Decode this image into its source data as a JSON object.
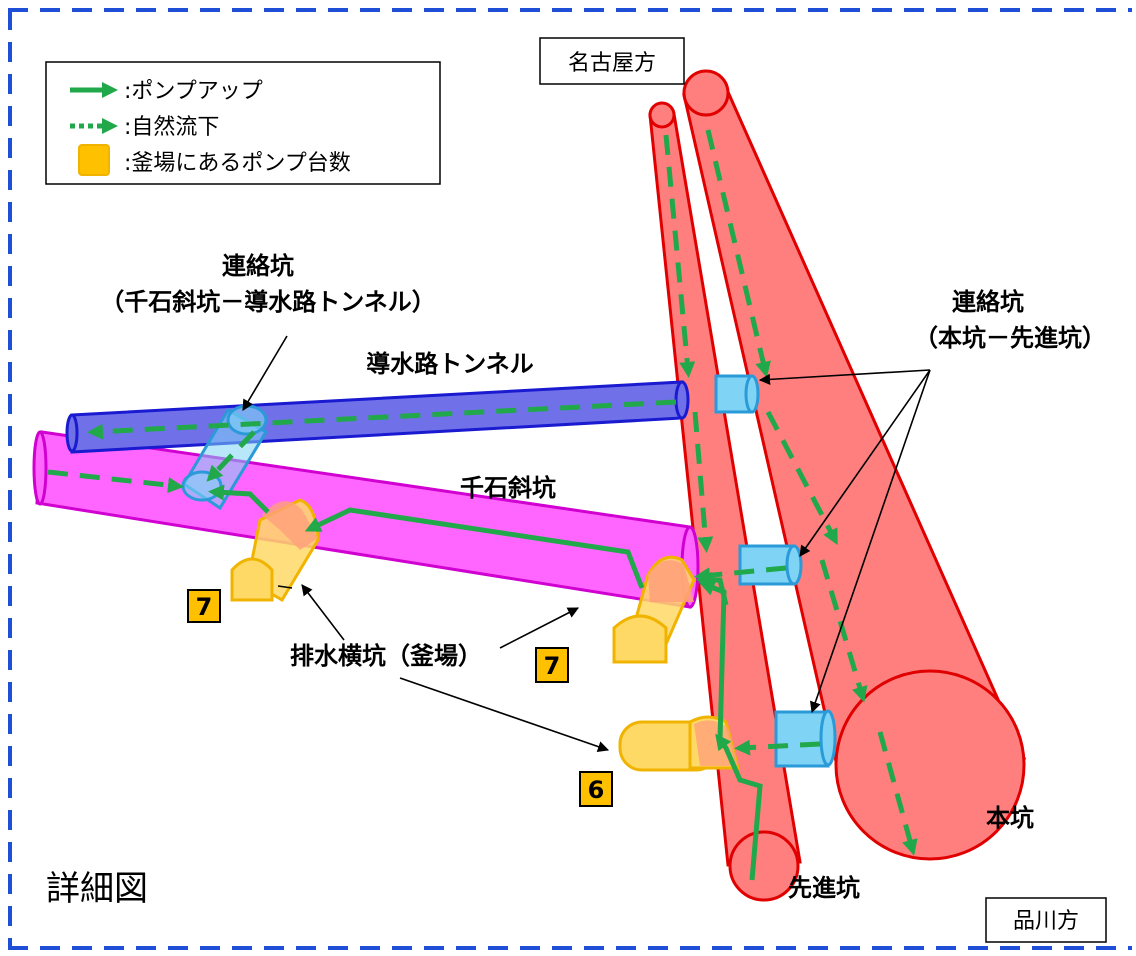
{
  "legend": {
    "pump_up": ":ポンプアップ",
    "natural_flow": ":自然流下",
    "pump_count": ":釜場にあるポンプ台数"
  },
  "directions": {
    "nagoya": "名古屋方",
    "shinagawa": "品川方"
  },
  "labels": {
    "connecting_upper_1": "連絡坑",
    "connecting_upper_2": "（千石斜坑－導水路トンネル）",
    "connecting_right_1": "連絡坑",
    "connecting_right_2": "（本坑－先進坑）",
    "conduit": "導水路トンネル",
    "sengoku": "千石斜坑",
    "drainage": "排水横坑（釜場）",
    "main_tunnel": "本坑",
    "pilot_tunnel": "先進坑",
    "detail": "詳細図"
  },
  "pump_counts": {
    "left": "7",
    "middle": "7",
    "bottom": "6"
  },
  "colors": {
    "border": "#1f4fd6",
    "main_tunnel": "#ff7f7f",
    "tunnel_edge": "#e00000",
    "conduit": "#7070e8",
    "conduit_edge": "#1a1ad0",
    "sengoku": "#ff66ff",
    "sengoku_edge": "#d000d0",
    "connector": "#7fd3f5",
    "connector_edge": "#2a9ad8",
    "sump": "#ffd966",
    "sump_edge": "#f0b400",
    "count_box": "#ffc000",
    "flow": "#21a84a"
  },
  "icons": [
    "arrow-solid-icon",
    "arrow-dotted-icon",
    "sump-square-icon"
  ]
}
